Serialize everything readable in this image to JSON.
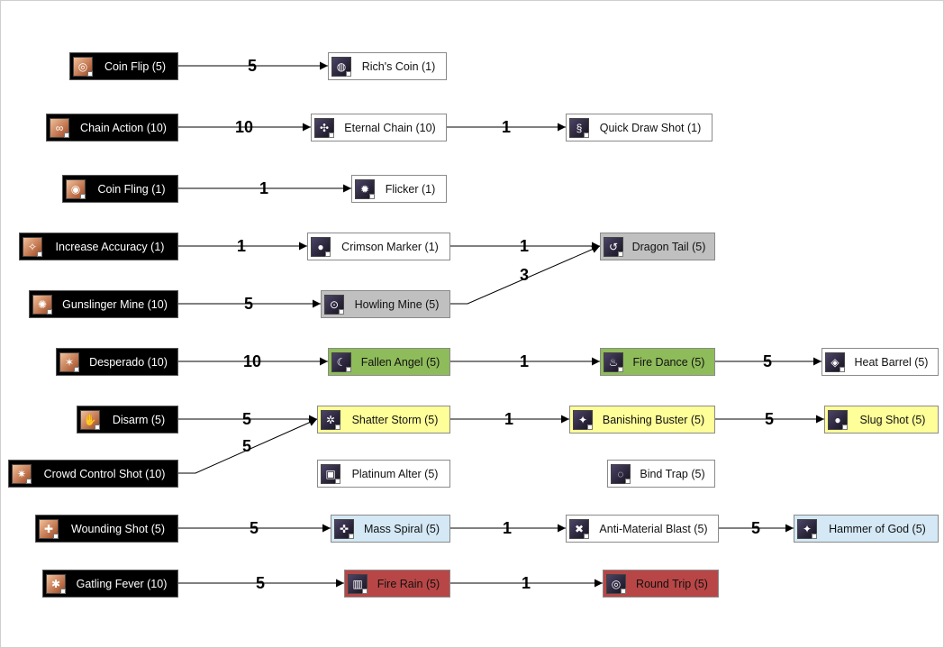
{
  "colors": {
    "dark": "#000000",
    "white": "#ffffff",
    "gray": "#c0c0c0",
    "green": "#8fbc5a",
    "yellow": "#ffff99",
    "blue": "#d4e8f5",
    "red": "#b94646"
  },
  "nodes": [
    {
      "id": "coin-flip",
      "label": "Coin Flip (5)",
      "style": "dark",
      "icon": "coin-flip-icon"
    },
    {
      "id": "richs-coin",
      "label": "Rich's Coin (1)",
      "style": "white",
      "icon": "coin-bag-icon"
    },
    {
      "id": "chain-action",
      "label": "Chain Action (10)",
      "style": "dark",
      "icon": "chain-action-icon"
    },
    {
      "id": "eternal-chain",
      "label": "Eternal Chain (10)",
      "style": "white",
      "icon": "eternal-chain-icon"
    },
    {
      "id": "quick-draw-shot",
      "label": "Quick Draw Shot (1)",
      "style": "white",
      "icon": "quick-draw-icon"
    },
    {
      "id": "coin-fling",
      "label": "Coin Fling (1)",
      "style": "dark",
      "icon": "coin-fling-icon"
    },
    {
      "id": "flicker",
      "label": "Flicker (1)",
      "style": "white",
      "icon": "flicker-icon"
    },
    {
      "id": "increase-accuracy",
      "label": "Increase Accuracy (1)",
      "style": "dark",
      "icon": "accuracy-icon"
    },
    {
      "id": "crimson-marker",
      "label": "Crimson Marker (1)",
      "style": "white",
      "icon": "crimson-marker-icon"
    },
    {
      "id": "dragon-tail",
      "label": "Dragon Tail (5)",
      "style": "gray",
      "icon": "dragon-tail-icon"
    },
    {
      "id": "gunslinger-mine",
      "label": "Gunslinger Mine (10)",
      "style": "dark",
      "icon": "gunslinger-mine-icon"
    },
    {
      "id": "howling-mine",
      "label": "Howling Mine (5)",
      "style": "gray",
      "icon": "howling-mine-icon"
    },
    {
      "id": "desperado",
      "label": "Desperado (10)",
      "style": "dark",
      "icon": "desperado-icon"
    },
    {
      "id": "fallen-angel",
      "label": "Fallen Angel (5)",
      "style": "green",
      "icon": "fallen-angel-icon"
    },
    {
      "id": "fire-dance",
      "label": "Fire Dance (5)",
      "style": "green",
      "icon": "fire-dance-icon"
    },
    {
      "id": "heat-barrel",
      "label": "Heat Barrel (5)",
      "style": "white",
      "icon": "heat-barrel-icon"
    },
    {
      "id": "disarm",
      "label": "Disarm (5)",
      "style": "dark",
      "icon": "disarm-icon"
    },
    {
      "id": "shatter-storm",
      "label": "Shatter Storm (5)",
      "style": "yellow",
      "icon": "shatter-storm-icon"
    },
    {
      "id": "banishing-buster",
      "label": "Banishing Buster (5)",
      "style": "yellow",
      "icon": "banishing-buster-icon"
    },
    {
      "id": "slug-shot",
      "label": "Slug Shot (5)",
      "style": "yellow",
      "icon": "slug-shot-icon"
    },
    {
      "id": "crowd-control-shot",
      "label": "Crowd Control Shot (10)",
      "style": "dark",
      "icon": "crowd-control-icon"
    },
    {
      "id": "platinum-alter",
      "label": "Platinum Alter (5)",
      "style": "white",
      "icon": "platinum-alter-icon"
    },
    {
      "id": "bind-trap",
      "label": "Bind Trap (5)",
      "style": "white",
      "icon": "bind-trap-icon"
    },
    {
      "id": "wounding-shot",
      "label": "Wounding Shot (5)",
      "style": "dark",
      "icon": "wounding-shot-icon"
    },
    {
      "id": "mass-spiral",
      "label": "Mass Spiral (5)",
      "style": "blue",
      "icon": "mass-spiral-icon"
    },
    {
      "id": "anti-material-blast",
      "label": "Anti-Material Blast (5)",
      "style": "white",
      "icon": "anti-material-icon"
    },
    {
      "id": "hammer-of-god",
      "label": "Hammer of God (5)",
      "style": "blue",
      "icon": "hammer-of-god-icon"
    },
    {
      "id": "gatling-fever",
      "label": "Gatling Fever (10)",
      "style": "dark",
      "icon": "gatling-fever-icon"
    },
    {
      "id": "fire-rain",
      "label": "Fire Rain (5)",
      "style": "red",
      "icon": "fire-rain-icon"
    },
    {
      "id": "round-trip",
      "label": "Round Trip (5)",
      "style": "red",
      "icon": "round-trip-icon"
    }
  ],
  "edges": [
    {
      "from": "coin-flip",
      "to": "richs-coin",
      "label": "5"
    },
    {
      "from": "chain-action",
      "to": "eternal-chain",
      "label": "10"
    },
    {
      "from": "eternal-chain",
      "to": "quick-draw-shot",
      "label": "1"
    },
    {
      "from": "coin-fling",
      "to": "flicker",
      "label": "1"
    },
    {
      "from": "increase-accuracy",
      "to": "crimson-marker",
      "label": "1"
    },
    {
      "from": "crimson-marker",
      "to": "dragon-tail",
      "label": "1"
    },
    {
      "from": "howling-mine",
      "to": "dragon-tail",
      "label": "3"
    },
    {
      "from": "gunslinger-mine",
      "to": "howling-mine",
      "label": "5"
    },
    {
      "from": "desperado",
      "to": "fallen-angel",
      "label": "10"
    },
    {
      "from": "fallen-angel",
      "to": "fire-dance",
      "label": "1"
    },
    {
      "from": "fire-dance",
      "to": "heat-barrel",
      "label": "5"
    },
    {
      "from": "disarm",
      "to": "shatter-storm",
      "label": "5"
    },
    {
      "from": "crowd-control-shot",
      "to": "shatter-storm",
      "label": "5"
    },
    {
      "from": "shatter-storm",
      "to": "banishing-buster",
      "label": "1"
    },
    {
      "from": "banishing-buster",
      "to": "slug-shot",
      "label": "5"
    },
    {
      "from": "wounding-shot",
      "to": "mass-spiral",
      "label": "5"
    },
    {
      "from": "mass-spiral",
      "to": "anti-material-blast",
      "label": "1"
    },
    {
      "from": "anti-material-blast",
      "to": "hammer-of-god",
      "label": "5"
    },
    {
      "from": "gatling-fever",
      "to": "fire-rain",
      "label": "5"
    },
    {
      "from": "fire-rain",
      "to": "round-trip",
      "label": "1"
    }
  ]
}
